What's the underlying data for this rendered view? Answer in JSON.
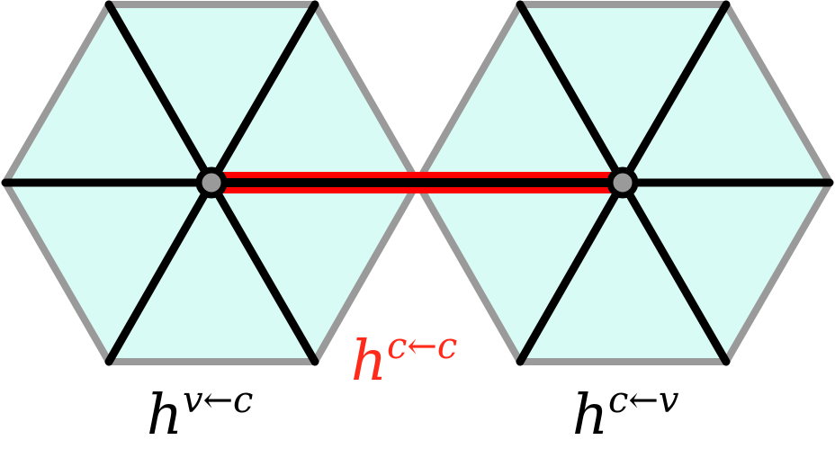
{
  "colors": {
    "hex_fill": "#d9fbf5",
    "hex_border": "#9a9a9a",
    "spoke": "#000000",
    "node": "#9a9a9a",
    "highlight_edge": "#ff0000",
    "label_default": "#000000",
    "label_highlight": "#ff2a1a"
  },
  "labels": {
    "left": {
      "base": "h",
      "sup": "v←c"
    },
    "middle": {
      "base": "h",
      "sup": "c←c"
    },
    "right": {
      "base": "h",
      "sup": "c←v"
    }
  }
}
